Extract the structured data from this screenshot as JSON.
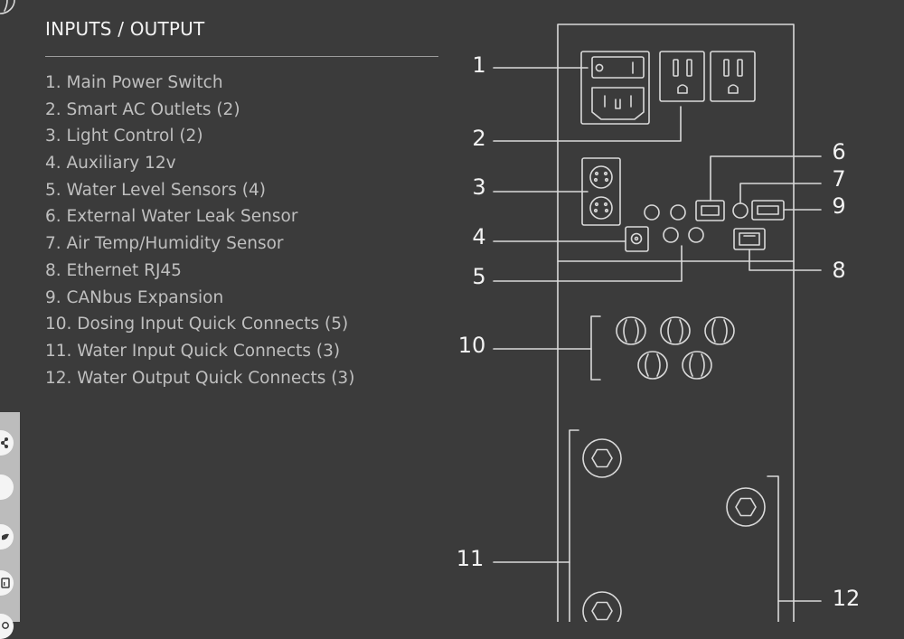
{
  "section_title": "INPUTS / OUTPUT",
  "legend": [
    "1. Main Power Switch",
    "2. Smart AC Outlets (2)",
    "3. Light Control (2)",
    "4. Auxiliary 12v",
    "5. Water Level Sensors (4)",
    "6. External Water Leak Sensor",
    "7. Air Temp/Humidity Sensor",
    "8. Ethernet RJ45",
    "9. CANbus Expansion",
    "10. Dosing Input Quick Connects (5)",
    "11. Water Input Quick Connects (3)",
    "12. Water Output Quick Connects (3)"
  ],
  "callouts": [
    "1",
    "2",
    "3",
    "4",
    "5",
    "6",
    "7",
    "8",
    "9",
    "10",
    "11",
    "12"
  ],
  "share_icons": [
    "share-icon",
    "circle-icon",
    "twitter-icon",
    "linkedin-icon",
    "pinterest-icon"
  ],
  "colors": {
    "background": "#3b3b3b",
    "line": "#d9d9d9",
    "text": "#bfbfbf"
  }
}
